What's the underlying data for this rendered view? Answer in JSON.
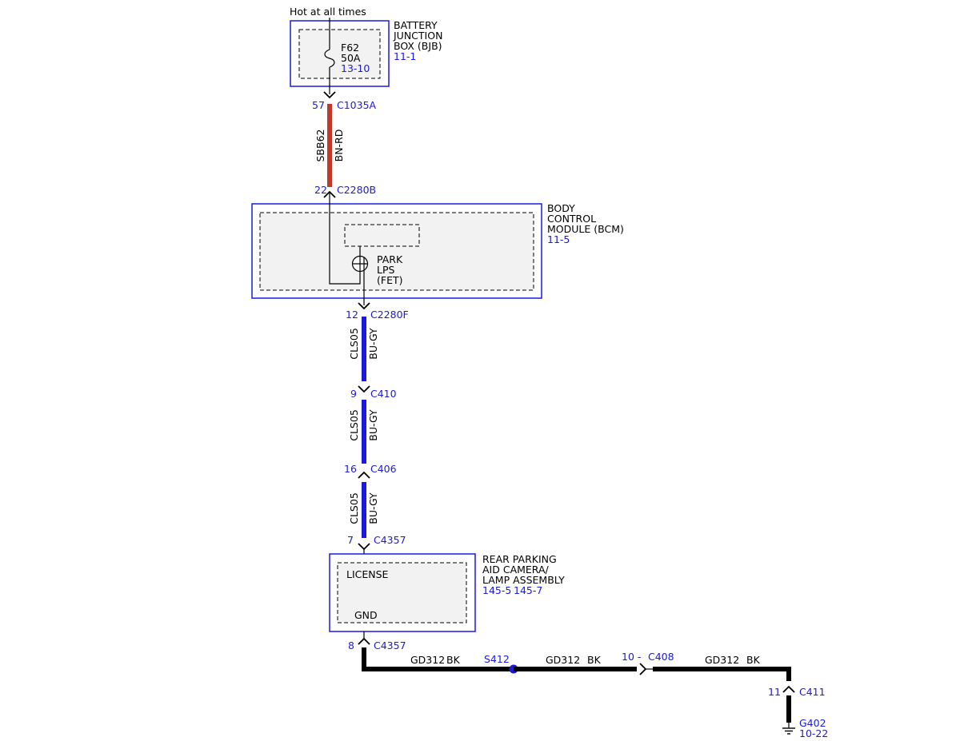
{
  "power_label": "Hot at all times",
  "bjb": {
    "name_lines": [
      "BATTERY",
      "JUNCTION",
      "BOX (BJB)"
    ],
    "ref": "11-1",
    "fuse_name": "F62",
    "fuse_rating": "50A",
    "fuse_ref": "13-10"
  },
  "connectors": {
    "c1035a": {
      "pin": "57",
      "name": "C1035A"
    },
    "c2280b": {
      "pin": "22",
      "name": "C2280B"
    },
    "c2280f": {
      "pin": "12",
      "name": "C2280F"
    },
    "c410": {
      "pin": "9",
      "name": "C410"
    },
    "c406": {
      "pin": "16",
      "name": "C406"
    },
    "c4357_top": {
      "pin": "7",
      "name": "C4357"
    },
    "c4357_bottom": {
      "pin": "8",
      "name": "C4357"
    },
    "c408": {
      "pin": "10 -",
      "name": "C408"
    },
    "c411": {
      "pin": "11",
      "name": "C411"
    }
  },
  "wires": {
    "sbb62": {
      "circuit": "SBB62",
      "color": "BN-RD",
      "hex": "#c0392b"
    },
    "cls05_1": {
      "circuit": "CLS05",
      "color": "BU-GY",
      "hex": "#1a1adc"
    },
    "cls05_2": {
      "circuit": "CLS05",
      "color": "BU-GY",
      "hex": "#1a1adc"
    },
    "cls05_3": {
      "circuit": "CLS05",
      "color": "BU-GY",
      "hex": "#1a1adc"
    },
    "gd312_1": {
      "circuit": "GD312",
      "color": "BK",
      "hex": "#000000"
    },
    "gd312_2": {
      "circuit": "GD312",
      "color": "BK",
      "hex": "#000000"
    },
    "gd312_3": {
      "circuit": "GD312",
      "color": "BK",
      "hex": "#000000"
    }
  },
  "bcm": {
    "name_lines": [
      "BODY",
      "CONTROL",
      "MODULE (BCM)"
    ],
    "ref": "11-5",
    "fet_lines": [
      "PARK",
      "LPS",
      "(FET)"
    ]
  },
  "camera": {
    "name_lines": [
      "REAR PARKING",
      "AID CAMERA/",
      "LAMP ASSEMBLY"
    ],
    "ref_1": "145-5",
    "ref_2": "145-7",
    "license_label": "LICENSE",
    "gnd_label": "GND"
  },
  "splice": {
    "name": "S412",
    "hex": "#1a1adc"
  },
  "ground": {
    "name": "G402",
    "ref": "10-22"
  },
  "colors": {
    "accent_blue": "#1a1adc",
    "box_fill": "#f2f2f2"
  }
}
